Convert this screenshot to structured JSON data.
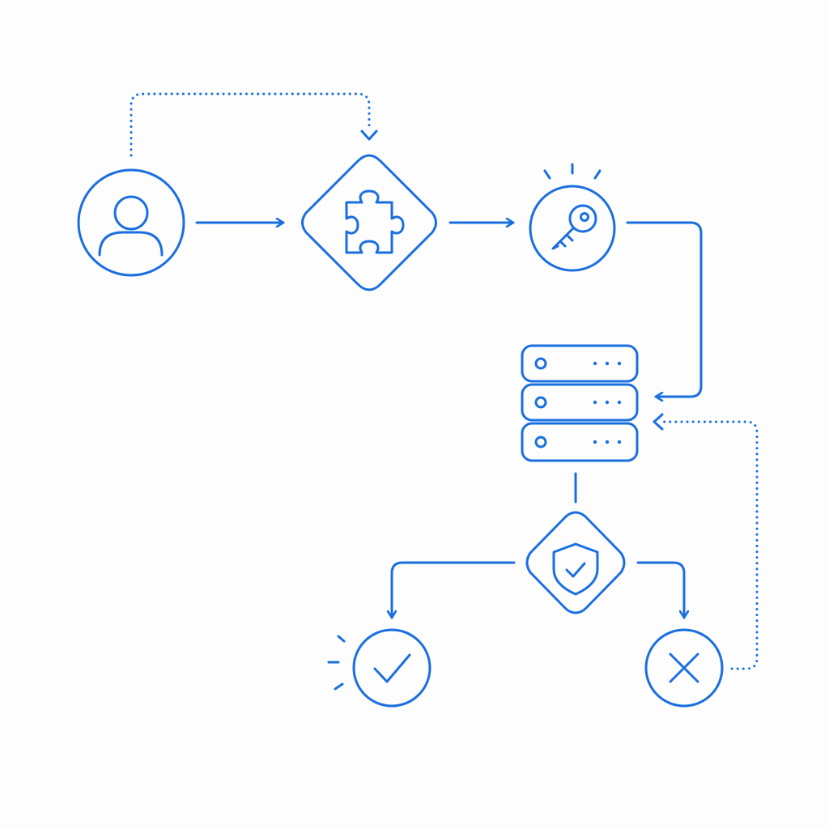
{
  "diagram": {
    "style": "line-icon flowchart",
    "colors": {
      "stroke": "#1a6fe0",
      "background": "#fdfdfd"
    },
    "nodes": [
      {
        "id": "user",
        "shape": "circle",
        "icon": "user-icon"
      },
      {
        "id": "plugin",
        "shape": "diamond",
        "icon": "puzzle-piece-icon"
      },
      {
        "id": "key",
        "shape": "circle",
        "icon": "key-icon",
        "highlight": "sparkle"
      },
      {
        "id": "server",
        "shape": "rounded-stack",
        "icon": "server-rack-icon"
      },
      {
        "id": "security",
        "shape": "diamond",
        "icon": "shield-check-icon"
      },
      {
        "id": "success",
        "shape": "circle",
        "icon": "checkmark-icon",
        "highlight": "sparkle"
      },
      {
        "id": "failure",
        "shape": "circle",
        "icon": "x-icon"
      }
    ],
    "edges": [
      {
        "from": "user",
        "to": "plugin",
        "style": "solid"
      },
      {
        "from": "user",
        "to": "plugin",
        "style": "dotted",
        "route": "over-top"
      },
      {
        "from": "plugin",
        "to": "key",
        "style": "solid"
      },
      {
        "from": "key",
        "to": "server",
        "style": "solid"
      },
      {
        "from": "server",
        "to": "security",
        "style": "solid",
        "arrowhead": false
      },
      {
        "from": "security",
        "to": "success",
        "style": "solid"
      },
      {
        "from": "security",
        "to": "failure",
        "style": "solid"
      },
      {
        "from": "failure",
        "to": "server",
        "style": "dotted",
        "route": "retry-loop"
      }
    ]
  }
}
